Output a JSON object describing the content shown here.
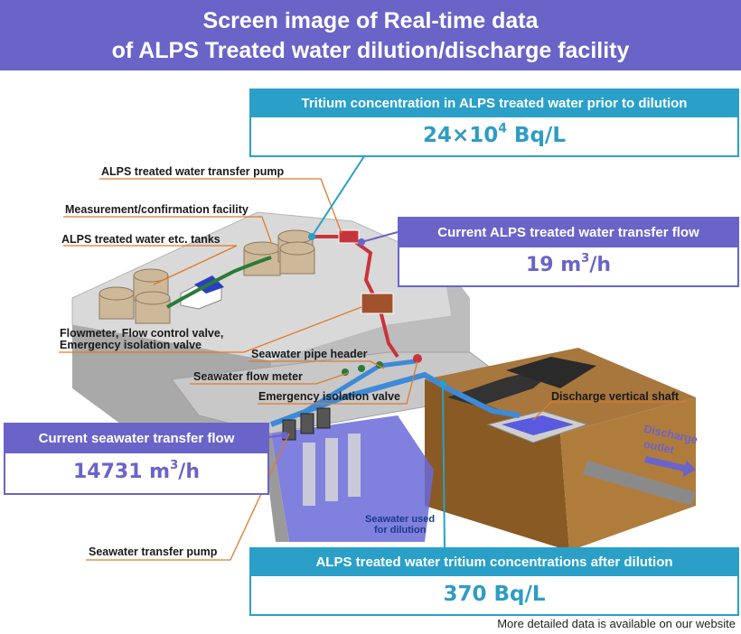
{
  "header": {
    "line1": "Screen image of Real-time data",
    "line2": "of ALPS Treated water dilution/discharge facility"
  },
  "boxes": {
    "tritium_before": {
      "title": "Tritium concentration in ALPS treated water prior to dilution",
      "value_base": "24×10",
      "value_exp": "4",
      "value_unit": " Bq/L"
    },
    "transfer_flow": {
      "title": "Current ALPS treated water transfer flow",
      "value_base": "19 m",
      "value_exp": "3",
      "value_unit": "/h"
    },
    "seawater_flow": {
      "title": "Current seawater transfer flow",
      "value_base": "14731 m",
      "value_exp": "3",
      "value_unit": "/h"
    },
    "tritium_after": {
      "title": "ALPS treated water tritium concentrations after dilution",
      "value": "370 Bq/L"
    }
  },
  "labels": {
    "transfer_pump": "ALPS treated water transfer pump",
    "measurement": "Measurement/confirmation facility",
    "tanks": "ALPS treated water etc. tanks",
    "flowmeter_1": "Flowmeter, Flow control valve,",
    "flowmeter_2": "Emergency isolation valve",
    "pipe_header": "Seawater pipe header",
    "seawater_meter": "Seawater flow meter",
    "emergency_valve": "Emergency isolation valve",
    "shaft": "Discharge vertical shaft",
    "outlet_1": "Discharge",
    "outlet_2": "outlet",
    "seawater_used_1": "Seawater used",
    "seawater_used_2": "for dilution",
    "seawater_pump": "Seawater transfer pump"
  },
  "footer": "More detailed data is available on our website",
  "colors": {
    "header": "#6a64c8",
    "teal": "#2aa0c8",
    "orange": "#e07a2a",
    "pipe_red": "#c8343c",
    "pipe_blue": "#3c8ad8"
  }
}
